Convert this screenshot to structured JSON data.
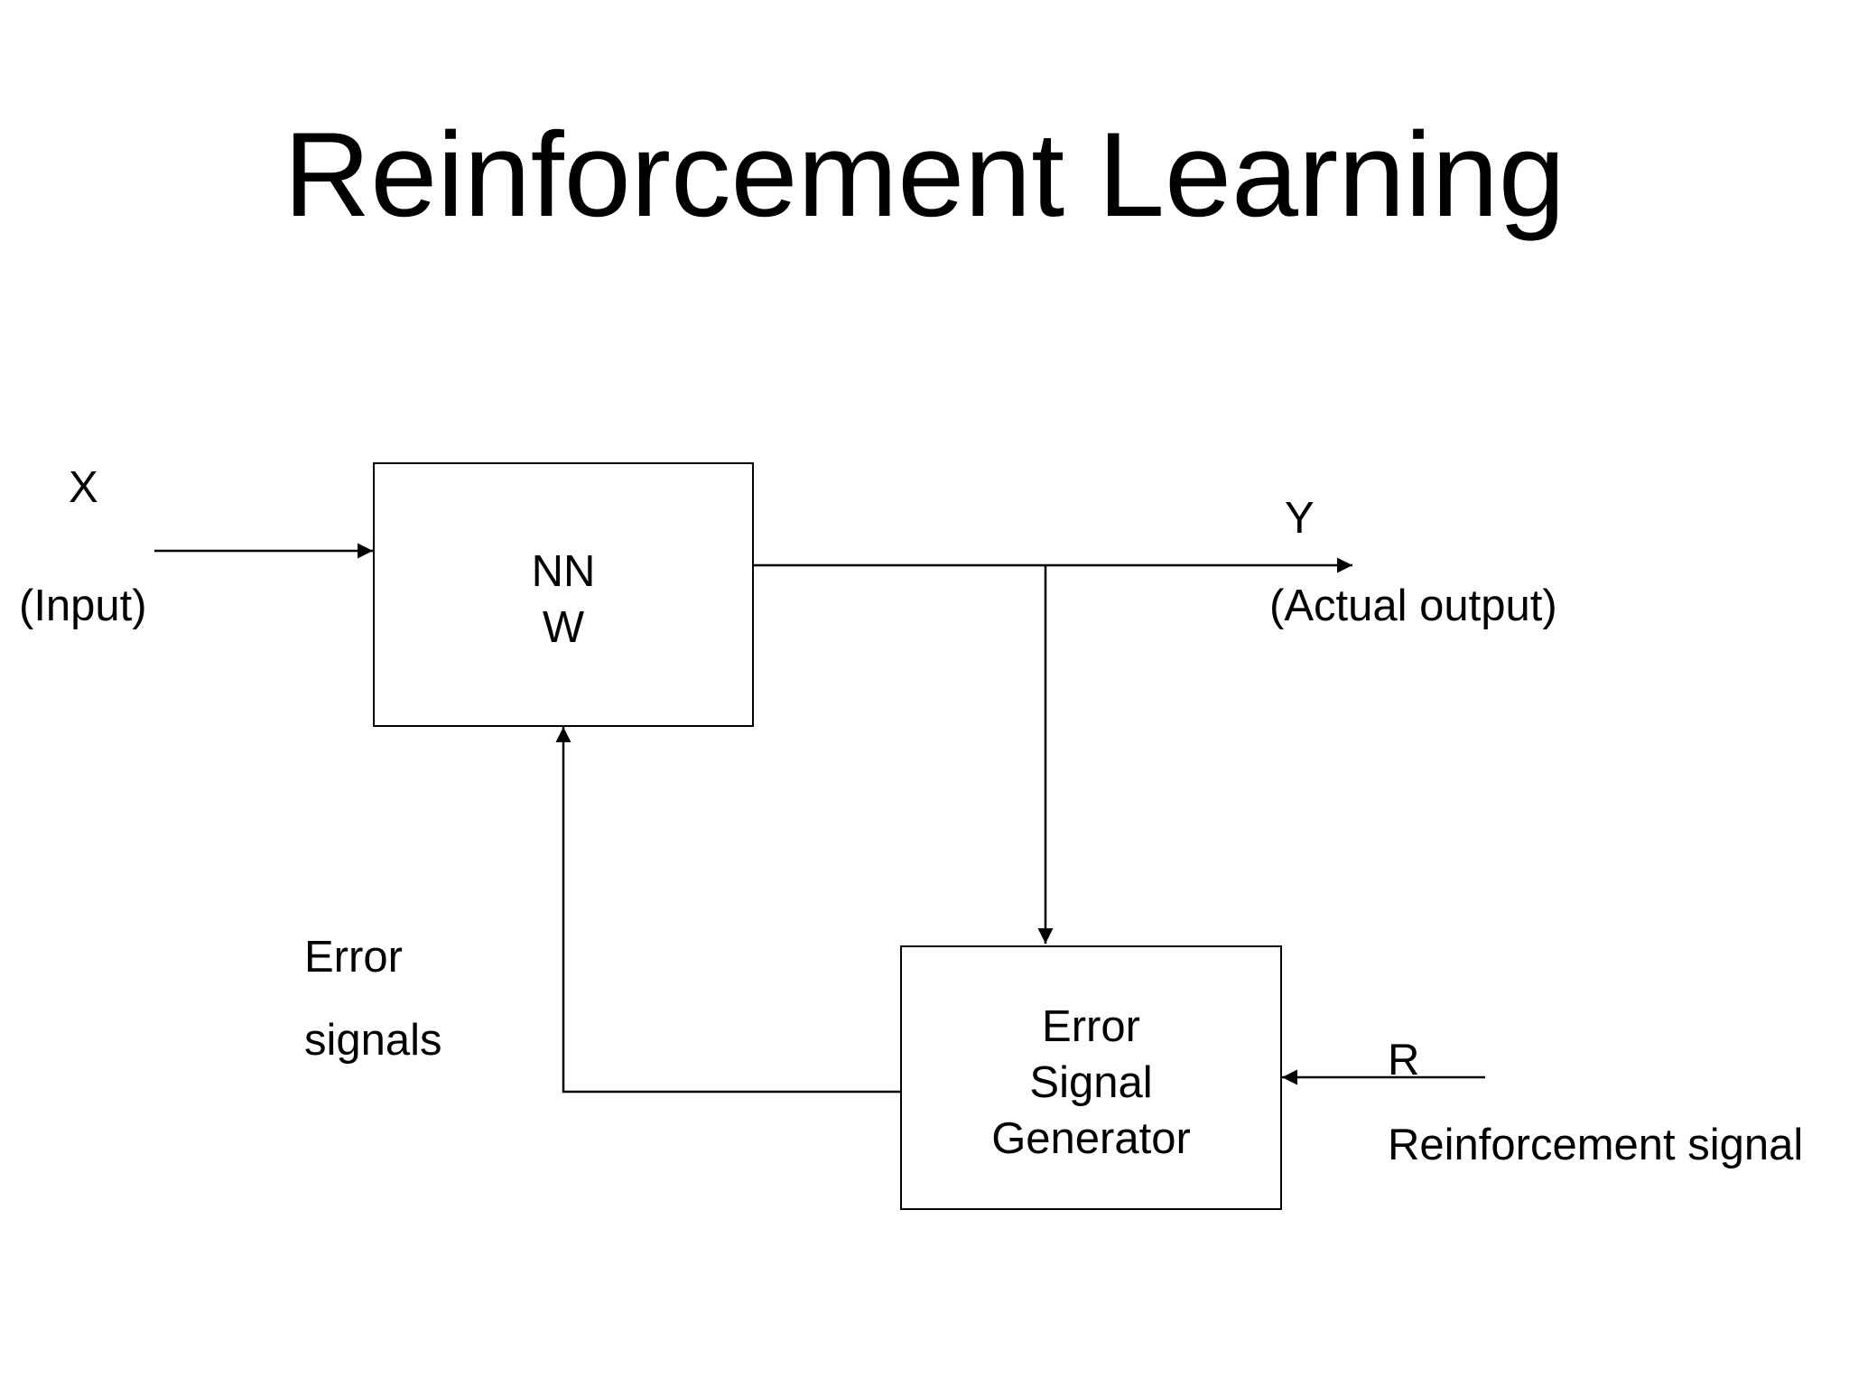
{
  "title": "Reinforcement Learning",
  "input": {
    "symbol": "X",
    "description": "(Input)"
  },
  "nn_box": {
    "line1": "NN",
    "line2": "W"
  },
  "output": {
    "symbol": "Y",
    "description": "(Actual output)"
  },
  "error_signals": {
    "line1": "Error",
    "line2": "signals"
  },
  "generator_box": {
    "line1": "Error",
    "line2": "Signal",
    "line3": "Generator"
  },
  "reinforcement": {
    "symbol": "R",
    "description": "Reinforcement signal"
  }
}
